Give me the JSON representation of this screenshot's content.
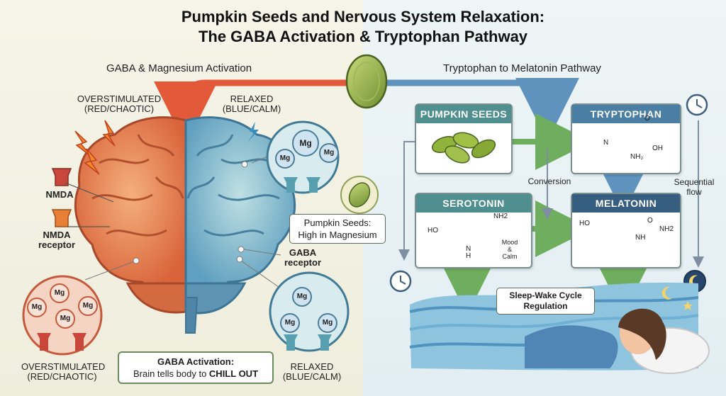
{
  "title_line1": "Pumpkin Seeds and Nervous System Relaxation:",
  "title_line2": "The GABA Activation & Tryptophan Pathway",
  "left_section_title": "GABA & Magnesium Activation",
  "right_section_title": "Tryptophan to Melatonin Pathway",
  "overstimulated_top_1": "OVERSTIMULATED",
  "overstimulated_top_2": "(RED/CHAOTIC)",
  "relaxed_top_1": "RELAXED",
  "relaxed_top_2": "(BLUE/CALM)",
  "nmda_label": "NMDA",
  "nmda_receptor_1": "NMDA",
  "nmda_receptor_2": "receptor",
  "gaba_receptor_1": "GABA",
  "gaba_receptor_2": "receptor",
  "mg_label": "Mg",
  "seed_callout_1": "Pumpkin Seeds:",
  "seed_callout_2": "High in Magnesium",
  "gaba_activation_1": "GABA Activation:",
  "gaba_activation_2": "Brain tells body to ",
  "gaba_activation_bold": "CHILL OUT",
  "overstimulated_bottom_1": "OVERSTIMULATED",
  "overstimulated_bottom_2": "(RED/CHAOTIC)",
  "relaxed_bottom_1": "RELAXED",
  "relaxed_bottom_2": "(BLUE/CALM)",
  "pumpkin_seeds_box": "PUMPKIN SEEDS",
  "tryptophan_box": "TRYPTOPHAN",
  "serotonin_box": "SEROTONIN",
  "melatonin_box": "MELATONIN",
  "conversion_label": "Conversion",
  "sequential_1": "Sequential",
  "sequential_2": "flow",
  "mood_1": "Mood",
  "mood_2": "&",
  "mood_3": "Calm",
  "sleep_callout_1": "Sleep-Wake Cycle",
  "sleep_callout_2": "Regulation",
  "chem": {
    "oh": "OH",
    "o": "O",
    "nh2": "NH2",
    "n": "N",
    "h": "H",
    "ho": "HO",
    "nh2_sub": "NH₂",
    "nh": "NH"
  },
  "colors": {
    "red_brain": "#e8774a",
    "blue_brain": "#6fa9c4",
    "teal_head": "#4f8f8f",
    "navy_head": "#3c6a8c",
    "green_arrow": "#7bb46b",
    "blue_arrow": "#6a9fc5",
    "red_arrow": "#e35a3a"
  }
}
